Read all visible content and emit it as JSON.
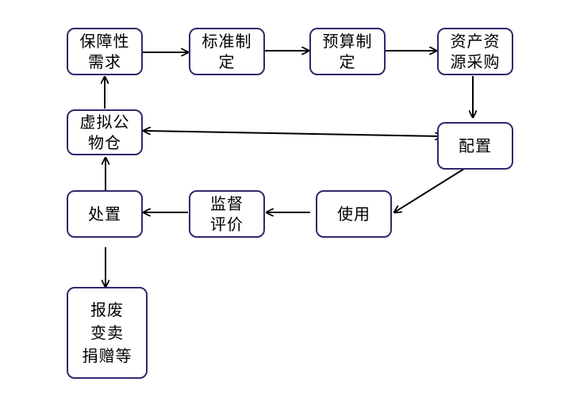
{
  "colors": {
    "node_border": "#2e2a6e",
    "arrow": "#000000",
    "background": "#ffffff"
  },
  "nodes": {
    "demand": "保障性\n需求",
    "std": "标准制\n定",
    "budget": "预算制\n定",
    "procure": "资产资\n源采购",
    "virtual": "虚拟公\n物仓",
    "config": "配置",
    "dispose": "处置",
    "review": "监督\n评价",
    "use": "使用",
    "scrap": "报废\n变卖\n捐赠等"
  },
  "edges": [
    {
      "from": "demand",
      "to": "std",
      "bidirectional": false
    },
    {
      "from": "std",
      "to": "budget",
      "bidirectional": false
    },
    {
      "from": "budget",
      "to": "procure",
      "bidirectional": false
    },
    {
      "from": "procure",
      "to": "config",
      "bidirectional": false
    },
    {
      "from": "config",
      "to": "virtual",
      "bidirectional": true
    },
    {
      "from": "config",
      "to": "use",
      "bidirectional": false
    },
    {
      "from": "use",
      "to": "review",
      "bidirectional": false
    },
    {
      "from": "review",
      "to": "dispose",
      "bidirectional": false
    },
    {
      "from": "dispose",
      "to": "virtual",
      "bidirectional": false
    },
    {
      "from": "virtual",
      "to": "demand",
      "bidirectional": false
    },
    {
      "from": "dispose",
      "to": "scrap",
      "bidirectional": false
    }
  ]
}
